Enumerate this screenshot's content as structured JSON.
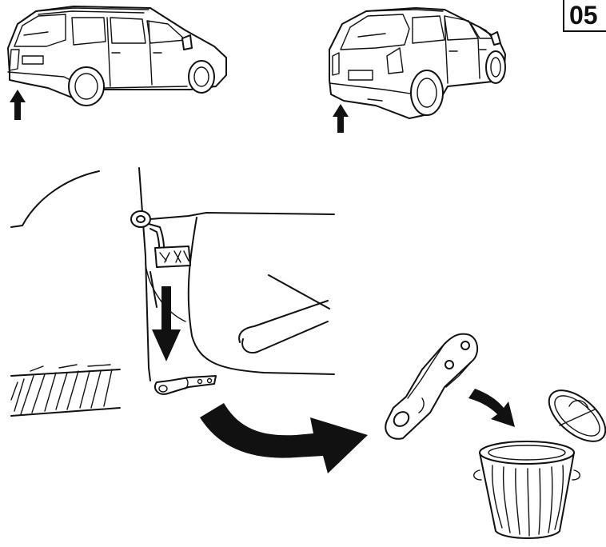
{
  "step": {
    "number": "05"
  },
  "illustration": {
    "cars": [
      "car-7-seat-rear-view",
      "car-5-seat-rear-view"
    ],
    "icons": [
      "up-arrow-icon",
      "down-arrow-icon",
      "curved-arrow-icon",
      "trash-bin-icon"
    ]
  },
  "colors": {
    "line": "#111111",
    "background": "#ffffff"
  }
}
